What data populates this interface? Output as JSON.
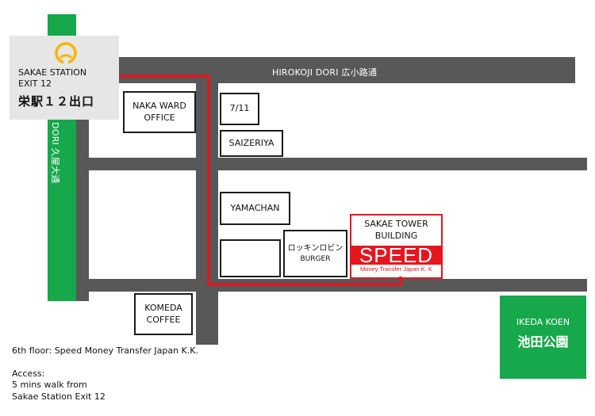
{
  "station": {
    "name_line1": "SAKAE STATION",
    "name_line2": "EXIT 12",
    "name_jp": "栄駅１２出口",
    "logo_icon": "subway-logo-icon",
    "logo_color": "#f7b500"
  },
  "roads": {
    "hirokoji": "HIROKOJI DORI 広小路通",
    "hisaya": "HISAYA DORI 久屋大通"
  },
  "buildings": {
    "naka_ward": [
      "NAKA WARD",
      "OFFICE"
    ],
    "seven_eleven": "7/11",
    "saizeriya": "SAIZERIYA",
    "yamachan": "YAMACHAN",
    "lotteria": [
      "ロッキンロビン",
      "BURGER"
    ],
    "komeda": [
      "KOMEDA",
      "COFFEE"
    ]
  },
  "tower": {
    "name": [
      "SAKAE TOWER",
      "BUILDING"
    ],
    "logo_text": "SPEED",
    "logo_sub": "Money Transfer Japan K. K"
  },
  "park": {
    "name_en": "IKEDA KOEN",
    "name_jp": "池田公園"
  },
  "notes": {
    "floor": "6th floor: Speed Money Transfer Japan K.K.",
    "access_title": "Access:",
    "access_line1": "5 mins walk from",
    "access_line2": "Sakae Station Exit 12"
  },
  "colors": {
    "road": "#585858",
    "green_road": "#16a84a",
    "route": "#e5161e",
    "brand_red": "#e5161e"
  }
}
